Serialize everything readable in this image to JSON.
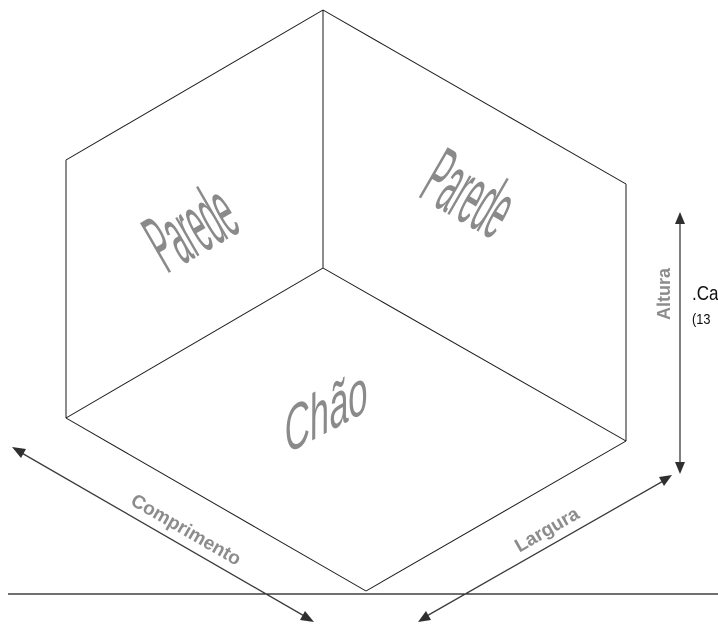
{
  "surfaces": {
    "left_wall": "Parede",
    "right_wall": "Parede",
    "floor": "Chão"
  },
  "dimensions": {
    "length": "Comprimento",
    "width": "Largura",
    "height": "Altura"
  },
  "side_note": {
    "line1": ".Ca",
    "line2": "(13"
  },
  "colors": {
    "lines": "#1a1a1a",
    "labels": "#8a8a8a"
  }
}
